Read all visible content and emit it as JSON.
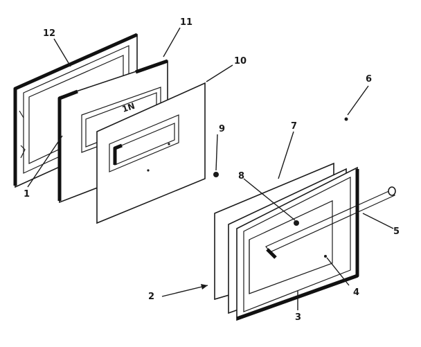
{
  "callouts": [
    {
      "id": "p1",
      "label": "1"
    },
    {
      "id": "p2",
      "label": "2"
    },
    {
      "id": "p3",
      "label": "3"
    },
    {
      "id": "p4",
      "label": "4"
    },
    {
      "id": "p5",
      "label": "5"
    },
    {
      "id": "p6",
      "label": "6"
    },
    {
      "id": "p7",
      "label": "7"
    },
    {
      "id": "p8",
      "label": "8"
    },
    {
      "id": "p9",
      "label": "9"
    },
    {
      "id": "p10",
      "label": "10"
    },
    {
      "id": "p11",
      "label": "11"
    },
    {
      "id": "p12",
      "label": "12"
    }
  ],
  "panel_text": "1N",
  "colors": {
    "ink": "#1a1a1a",
    "paper": "#ffffff"
  }
}
